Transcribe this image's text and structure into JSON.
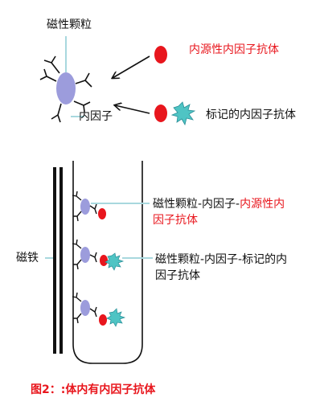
{
  "labels": {
    "magnetic_particle": "磁性颗粒",
    "intrinsic_factor": "内因子",
    "endogenous_antibody": "内源性内因子抗体",
    "labeled_antibody": "标记的内因子抗体",
    "magnet": "磁铁",
    "complex1_a": "磁性颗粒-内因子-",
    "complex1_b": "内源性内",
    "complex1_c": "因子抗体",
    "complex2_a": "磁性颗粒-内因子-标记的内",
    "complex2_b": "因子抗体"
  },
  "caption": "图2：:体内有内因子抗体",
  "colors": {
    "particle": "#9c9cdc",
    "antibody": "#e8161d",
    "label_star": "#4fc4c4",
    "leader_line": "#a8d8de",
    "caption": "#e8161d"
  }
}
